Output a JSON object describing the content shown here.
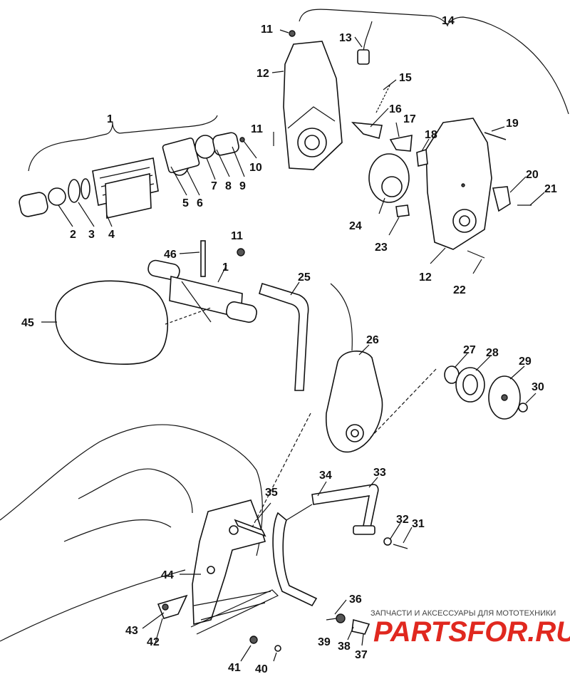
{
  "callouts": [
    {
      "id": "c1a",
      "text": "1"
    },
    {
      "id": "c1b",
      "text": "1"
    },
    {
      "id": "c2",
      "text": "2"
    },
    {
      "id": "c3",
      "text": "3"
    },
    {
      "id": "c4",
      "text": "4"
    },
    {
      "id": "c5",
      "text": "5"
    },
    {
      "id": "c6",
      "text": "6"
    },
    {
      "id": "c7",
      "text": "7"
    },
    {
      "id": "c8",
      "text": "8"
    },
    {
      "id": "c9",
      "text": "9"
    },
    {
      "id": "c10",
      "text": "10"
    },
    {
      "id": "c11a",
      "text": "11"
    },
    {
      "id": "c11b",
      "text": "11"
    },
    {
      "id": "c11c",
      "text": "11"
    },
    {
      "id": "c12a",
      "text": "12"
    },
    {
      "id": "c12b",
      "text": "12"
    },
    {
      "id": "c13",
      "text": "13"
    },
    {
      "id": "c14",
      "text": "14"
    },
    {
      "id": "c15",
      "text": "15"
    },
    {
      "id": "c16",
      "text": "16"
    },
    {
      "id": "c17",
      "text": "17"
    },
    {
      "id": "c18",
      "text": "18"
    },
    {
      "id": "c19",
      "text": "19"
    },
    {
      "id": "c20",
      "text": "20"
    },
    {
      "id": "c21",
      "text": "21"
    },
    {
      "id": "c22",
      "text": "22"
    },
    {
      "id": "c23",
      "text": "23"
    },
    {
      "id": "c24",
      "text": "24"
    },
    {
      "id": "c25",
      "text": "25"
    },
    {
      "id": "c26",
      "text": "26"
    },
    {
      "id": "c27",
      "text": "27"
    },
    {
      "id": "c28",
      "text": "28"
    },
    {
      "id": "c29",
      "text": "29"
    },
    {
      "id": "c30",
      "text": "30"
    },
    {
      "id": "c31",
      "text": "31"
    },
    {
      "id": "c32",
      "text": "32"
    },
    {
      "id": "c33",
      "text": "33"
    },
    {
      "id": "c34",
      "text": "34"
    },
    {
      "id": "c35",
      "text": "35"
    },
    {
      "id": "c36",
      "text": "36"
    },
    {
      "id": "c37",
      "text": "37"
    },
    {
      "id": "c38",
      "text": "38"
    },
    {
      "id": "c39",
      "text": "39"
    },
    {
      "id": "c40",
      "text": "40"
    },
    {
      "id": "c41",
      "text": "41"
    },
    {
      "id": "c42",
      "text": "42"
    },
    {
      "id": "c43",
      "text": "43"
    },
    {
      "id": "c44",
      "text": "44"
    },
    {
      "id": "c45",
      "text": "45"
    },
    {
      "id": "c46",
      "text": "46"
    }
  ],
  "watermark": {
    "caption": "ЗАПЧАСТИ И АКСЕССУАРЫ ДЛЯ МОТОТЕХНИКИ",
    "logo": "PARTSFOR.RU",
    "logo_color": "#e0281f"
  }
}
